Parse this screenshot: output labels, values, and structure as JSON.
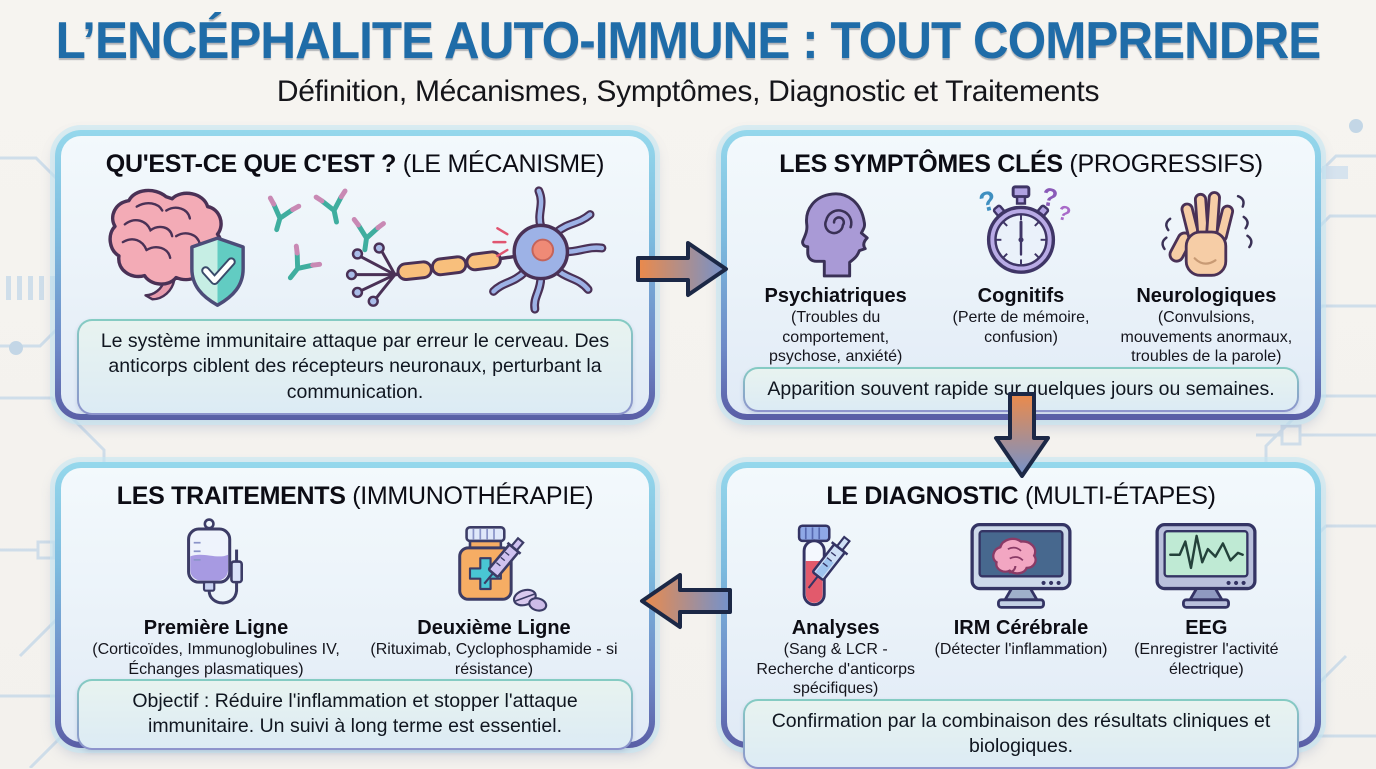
{
  "header": {
    "title": "L’ENCÉPHALITE AUTO-IMMUNE : TOUT COMPRENDRE",
    "subtitle": "Définition, Mécanismes, Symptômes, Diagnostic et Traitements"
  },
  "panels": {
    "mechanism": {
      "title_bold": "QU'EST-CE QUE C'EST ?",
      "title_paren": "(LE MÉCANISME)",
      "icons": [
        "brain-icon",
        "shield-check-icon",
        "antibody-icon",
        "neuron-icon"
      ],
      "callout": "Le système immunitaire attaque par erreur le cerveau. Des anticorps ciblent des récepteurs neuronaux, perturbant la communication."
    },
    "symptoms": {
      "title_bold": "LES SYMPTÔMES CLÉS",
      "title_paren": "(PROGRESSIFS)",
      "items": [
        {
          "icon": "head-spiral-icon",
          "label": "Psychiatriques",
          "desc": "(Troubles du comportement, psychose, anxiété)"
        },
        {
          "icon": "stopwatch-icon",
          "label": "Cognitifs",
          "desc": "(Perte de mémoire, confusion)"
        },
        {
          "icon": "trembling-hand-icon",
          "label": "Neurologiques",
          "desc": "(Convulsions, mouvements anormaux, troubles de la parole)"
        }
      ],
      "callout": "Apparition souvent rapide sur quelques jours ou semaines."
    },
    "treatments": {
      "title_bold": "LES TRAITEMENTS",
      "title_paren": "(IMMUNOTHÉRAPIE)",
      "items": [
        {
          "icon": "iv-bag-icon",
          "label": "Première Ligne",
          "desc": "(Corticoïdes, Immunoglobulines IV, Échanges plasmatiques)"
        },
        {
          "icon": "medicine-bottle-syringe-icon",
          "label": "Deuxième Ligne",
          "desc": "(Rituximab, Cyclophosphamide - si résistance)"
        }
      ],
      "callout": "Objectif : Réduire l'inflammation et stopper l'attaque immunitaire. Un suivi à long terme est essentiel."
    },
    "diagnosis": {
      "title_bold": "LE DIAGNOSTIC",
      "title_paren": "(MULTI-ÉTAPES)",
      "items": [
        {
          "icon": "blood-test-icon",
          "label": "Analyses",
          "desc": "(Sang & LCR - Recherche d'anticorps spécifiques)"
        },
        {
          "icon": "mri-monitor-icon",
          "label": "IRM Cérébrale",
          "desc": "(Détecter l'inflammation)"
        },
        {
          "icon": "eeg-monitor-icon",
          "label": "EEG",
          "desc": "(Enregistrer l'activité électrique)"
        }
      ],
      "callout": "Confirmation par la combinaison des résultats cliniques et biologiques."
    }
  },
  "flow_arrows": [
    "arrow-right-icon",
    "arrow-down-icon",
    "arrow-left-icon"
  ],
  "colors": {
    "background": "#F4F2EE",
    "title_blue": "#1F6CA8",
    "panel_border_top": "#95D8EC",
    "panel_border_bottom": "#5A5EA6",
    "callout_border_top": "#85CCC3",
    "callout_border_bottom": "#8D93CC",
    "arrow_orange": "#EC8A4A",
    "arrow_blue": "#7392CC",
    "circuit_trace": "#C6D9E9"
  }
}
